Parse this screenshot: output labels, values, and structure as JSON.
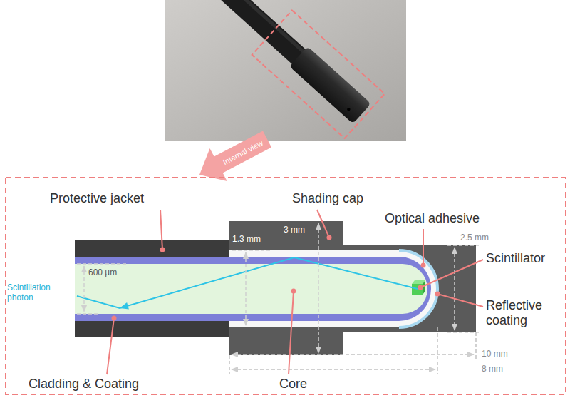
{
  "diagram": {
    "labels": [
      "Internal view",
      "Protective jacket",
      "Shading cap",
      "Optical adhesive",
      "Scintillator",
      "Reflective coating",
      "Scintillation photon",
      "Cladding & Coating",
      "Core",
      "600 µm",
      "1.3 mm",
      "3 mm",
      "2.5 mm",
      "10 mm",
      "8 mm"
    ]
  }
}
